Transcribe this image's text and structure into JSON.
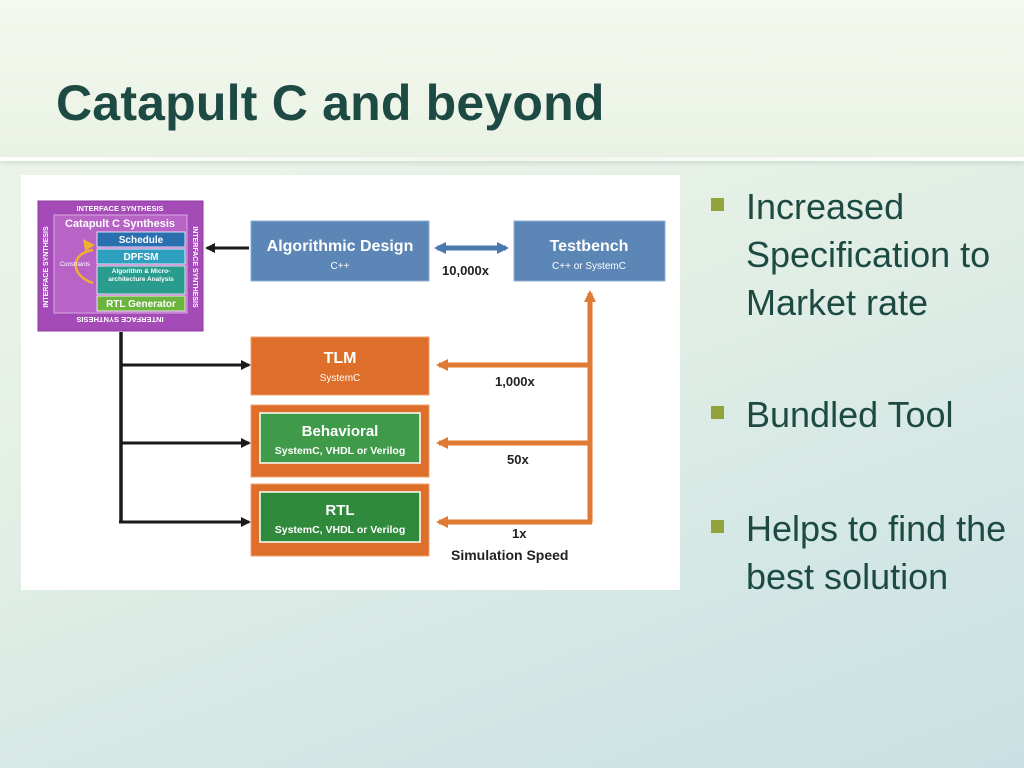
{
  "slide": {
    "title": "Catapult C and beyond"
  },
  "diagram": {
    "synthesis_block": {
      "frame_label": "INTERFACE SYNTHESIS",
      "title": "Catapult C Synthesis",
      "constraints_label": "Constraints",
      "stages": [
        "Schedule",
        "DPFSM",
        "Algorithm & Micro-architecture Analysis",
        "RTL Generator"
      ]
    },
    "algorithmic_design": {
      "title": "Algorithmic Design",
      "subtitle": "C++"
    },
    "testbench": {
      "title": "Testbench",
      "subtitle": "C++ or SystemC"
    },
    "levels": [
      {
        "title": "TLM",
        "subtitle": "SystemC",
        "speed": "1,000x"
      },
      {
        "title": "Behavioral",
        "subtitle": "SystemC, VHDL or Verilog",
        "speed": "50x"
      },
      {
        "title": "RTL",
        "subtitle": "SystemC, VHDL or Verilog",
        "speed": "1x"
      }
    ],
    "algorithmic_speed": "10,000x",
    "speed_caption": "Simulation Speed"
  },
  "bullets": [
    {
      "text": "Increased Specification to Market rate"
    },
    {
      "text": "Bundled Tool"
    },
    {
      "text": "Helps to find the best solution"
    }
  ],
  "colors": {
    "title_text": "#1d4b43",
    "bullet_marker": "#93a33b",
    "synthesis_purple": "#a54bb8",
    "blue_box": "#5b86b6",
    "orange_box": "#dd6f2a",
    "green_box": "#2f8a3c",
    "blue_arrow": "#4a79b0"
  }
}
